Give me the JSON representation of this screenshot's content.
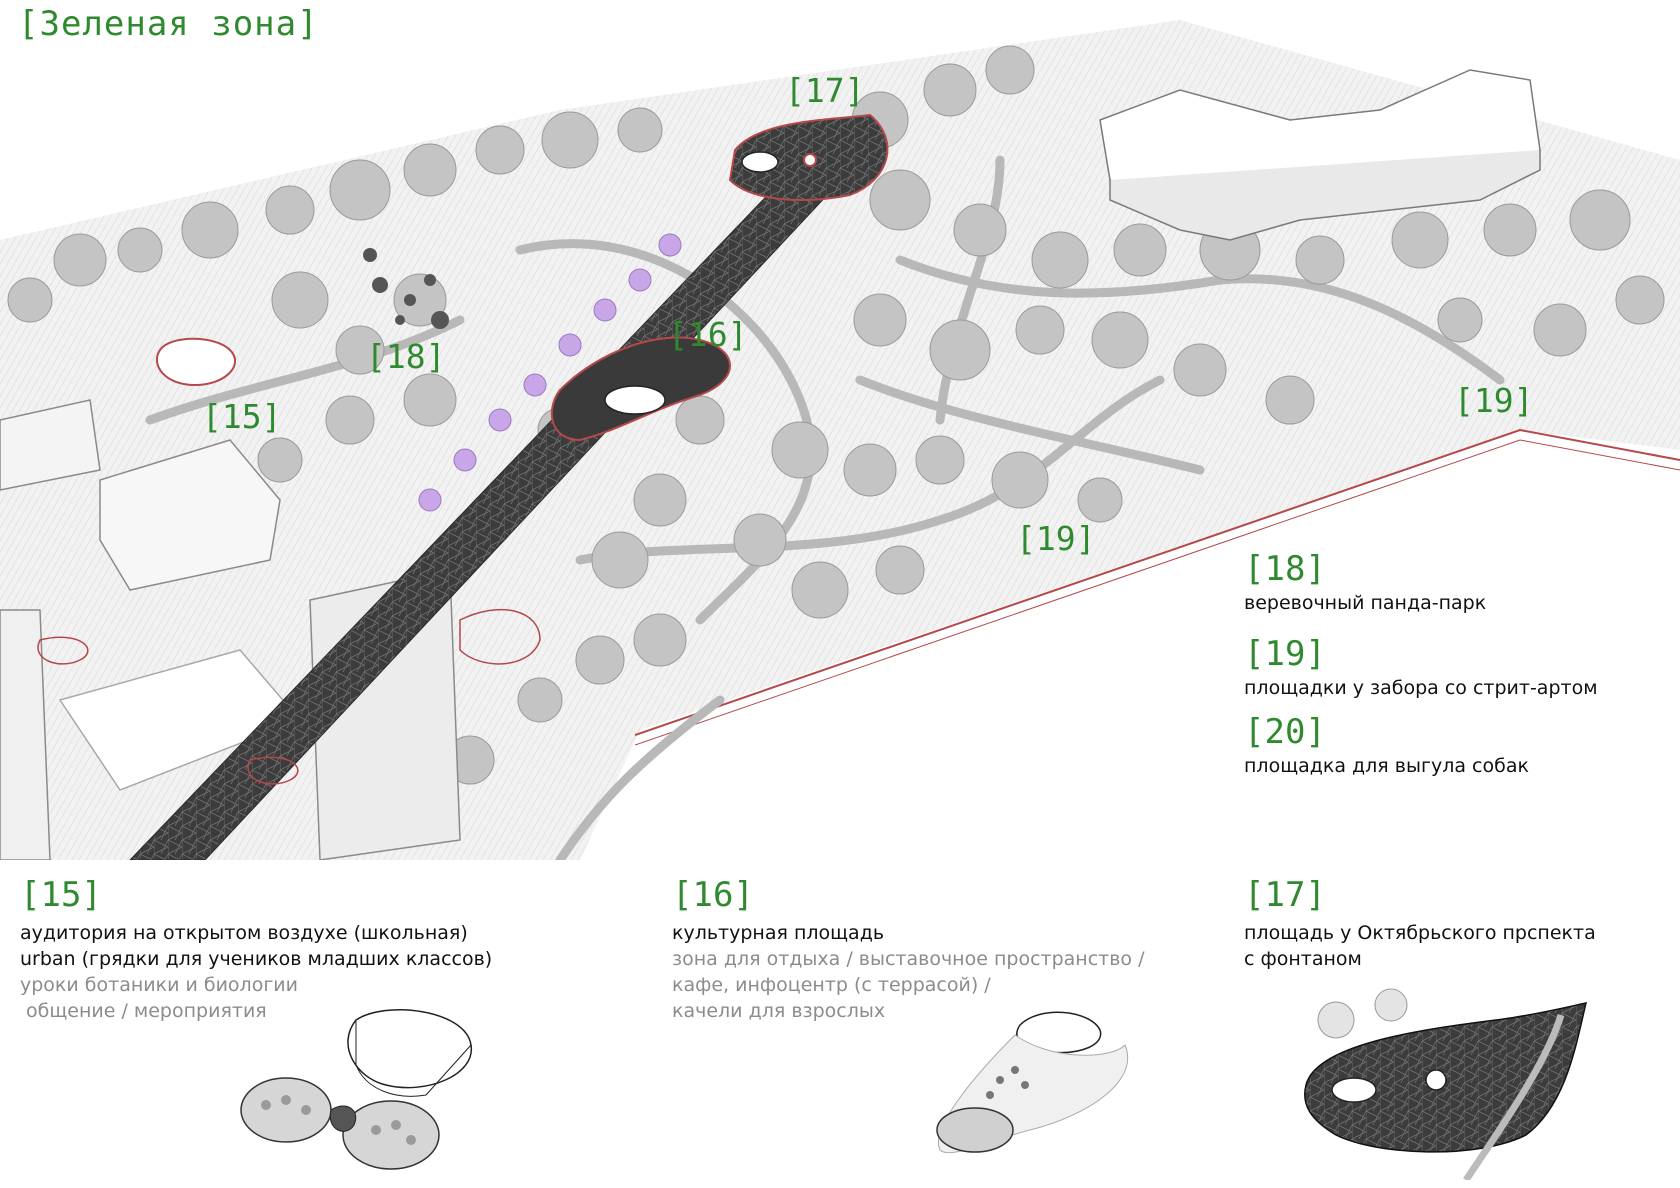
{
  "title": "[Зеленая зона]",
  "colors": {
    "accent_green": "#2f8a2f",
    "path_dark": "#3a3a3a",
    "boundary_red": "#b5484a",
    "tree_gray": "#bdbdbd",
    "highlight_purple": "#c9a6e8"
  },
  "map_labels": [
    "[17]",
    "[16]",
    "[18]",
    "[15]",
    "[19]",
    "[19]"
  ],
  "legend_right": [
    {
      "num": "[18]",
      "title": "веревочный панда-парк"
    },
    {
      "num": "[19]",
      "title": "площадки у забора со стрит-артом"
    },
    {
      "num": "[20]",
      "title": "площадка для выгула собак"
    }
  ],
  "legend_bottom": [
    {
      "num": "[15]",
      "lines": [
        "аудитория на открытом воздухе (школьная)",
        "urban (грядки для учеников младших классов)"
      ],
      "sub": [
        "уроки ботаники и биологии",
        " общение / мероприятия"
      ]
    },
    {
      "num": "[16]",
      "lines": [
        "культурная площадь"
      ],
      "sub": [
        "зона для отдыха / выставочное пространство /",
        "кафе, инфоцентр (с террасой) /",
        "качели для взрослых"
      ]
    },
    {
      "num": "[17]",
      "lines": [
        "площадь у Октябрьского прспекта",
        "с фонтаном"
      ],
      "sub": []
    }
  ]
}
